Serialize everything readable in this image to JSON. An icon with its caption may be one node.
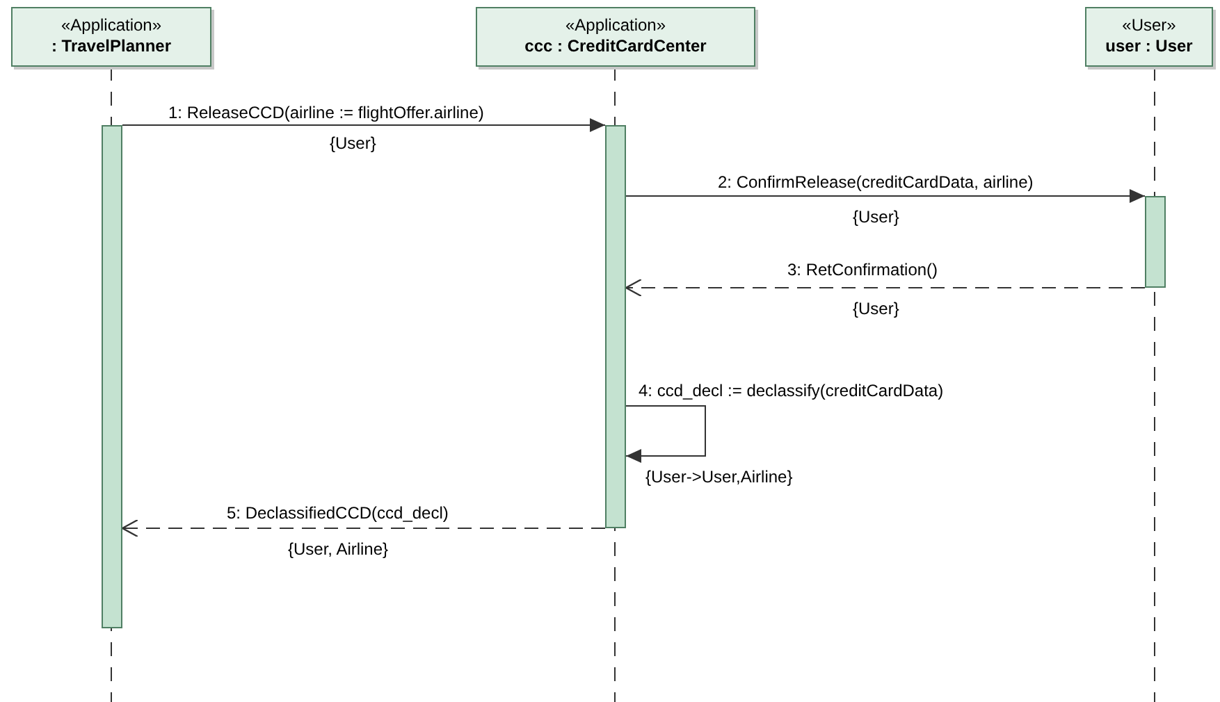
{
  "diagram": {
    "nodes": [
      {
        "text": [
          "«Application»",
          ": TravelPlanner"
        ]
      },
      {
        "text": [
          "«Application»",
          "ccc : CreditCardCenter"
        ]
      },
      {
        "text": [
          "«User»",
          "user : User"
        ]
      },
      {
        "text": [],
        "shape": "bar"
      },
      {
        "text": [],
        "shape": "bar"
      },
      {
        "text": [],
        "shape": "bar"
      }
    ],
    "edges": [
      {
        "from": 3,
        "to": 4,
        "arrow": "to",
        "label": "1: ReleaseCCD(airline := flightOffer.airline)"
      },
      {
        "from": 4,
        "to": 5,
        "arrow": "to",
        "label": "2: ConfirmRelease(creditCardData, airline)"
      },
      {
        "from": 5,
        "to": 4,
        "arrow": "to",
        "style": "dashed",
        "label": "3: RetConfirmation()"
      },
      {
        "from": 4,
        "to": 4,
        "arrow": "to",
        "label": "4: ccd_decl := declassify(creditCardData)"
      },
      {
        "from": 4,
        "to": 3,
        "arrow": "to",
        "style": "dashed",
        "label": "5: DeclassifiedCCD(ccd_decl)"
      }
    ],
    "labels": [
      "{User}",
      "{User}",
      "{User}",
      "{User->User,Airline}",
      "{User, Airline}"
    ]
  }
}
